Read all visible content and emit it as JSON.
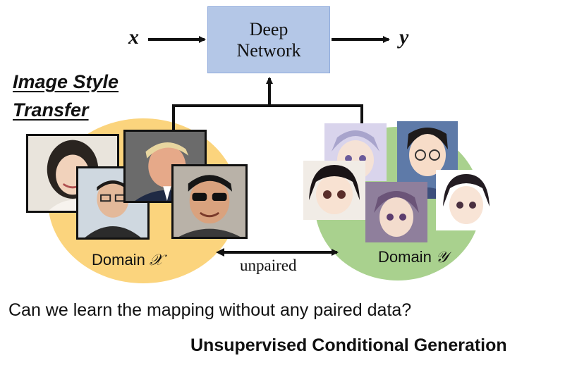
{
  "network": {
    "line1": "Deep",
    "line2": "Network"
  },
  "input_var": "x",
  "output_var": "y",
  "title": {
    "line1": "Image Style",
    "line2": "Transfer"
  },
  "domain_x": {
    "prefix": "Domain ",
    "symbol": "𝒳",
    "color": "#fbd47d"
  },
  "domain_y": {
    "prefix": "Domain ",
    "symbol": "𝒴",
    "color": "#a9d18e"
  },
  "unpaired": "unpaired",
  "question": "Can we learn the mapping without any paired data?",
  "subtitle": "Unsupervised Conditional Generation",
  "colors": {
    "box_fill": "#b4c7e7",
    "arrow": "#111111"
  }
}
